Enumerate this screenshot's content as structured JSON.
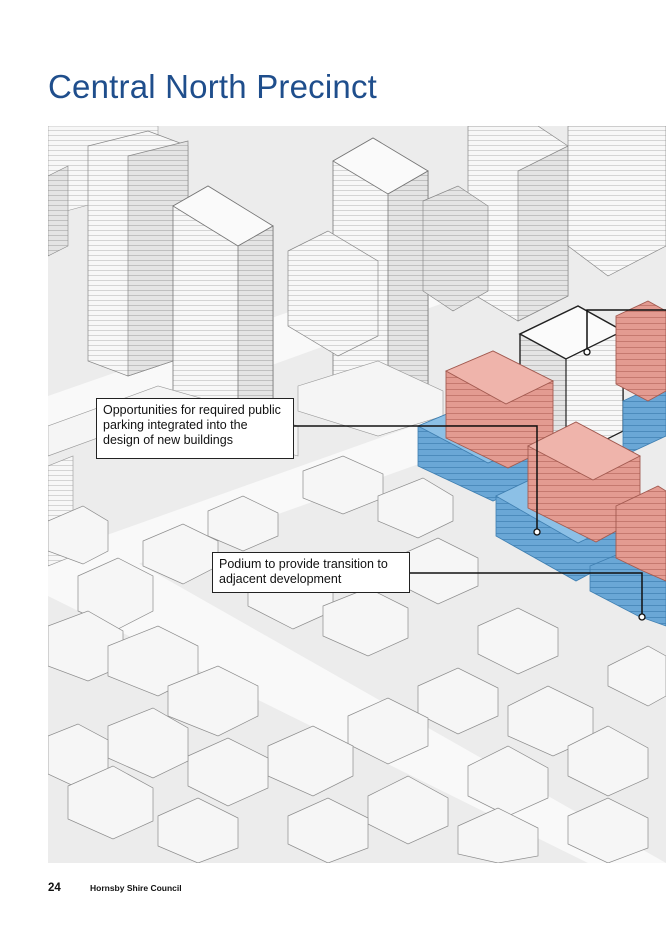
{
  "page": {
    "title": "Central North Precinct",
    "page_number": "24",
    "publisher": "Hornsby Shire Council"
  },
  "callouts": [
    {
      "text": "Opportunities for required public parking integrated into the design of new buildings"
    },
    {
      "text": "Podium to provide transition to adjacent development"
    }
  ],
  "colors": {
    "title": "#1f4e8c",
    "tower_pink": "#e8a59c",
    "podium_blue": "#7fb3dc",
    "building_grey": "#f3f3f3",
    "ground": "#ededed"
  }
}
